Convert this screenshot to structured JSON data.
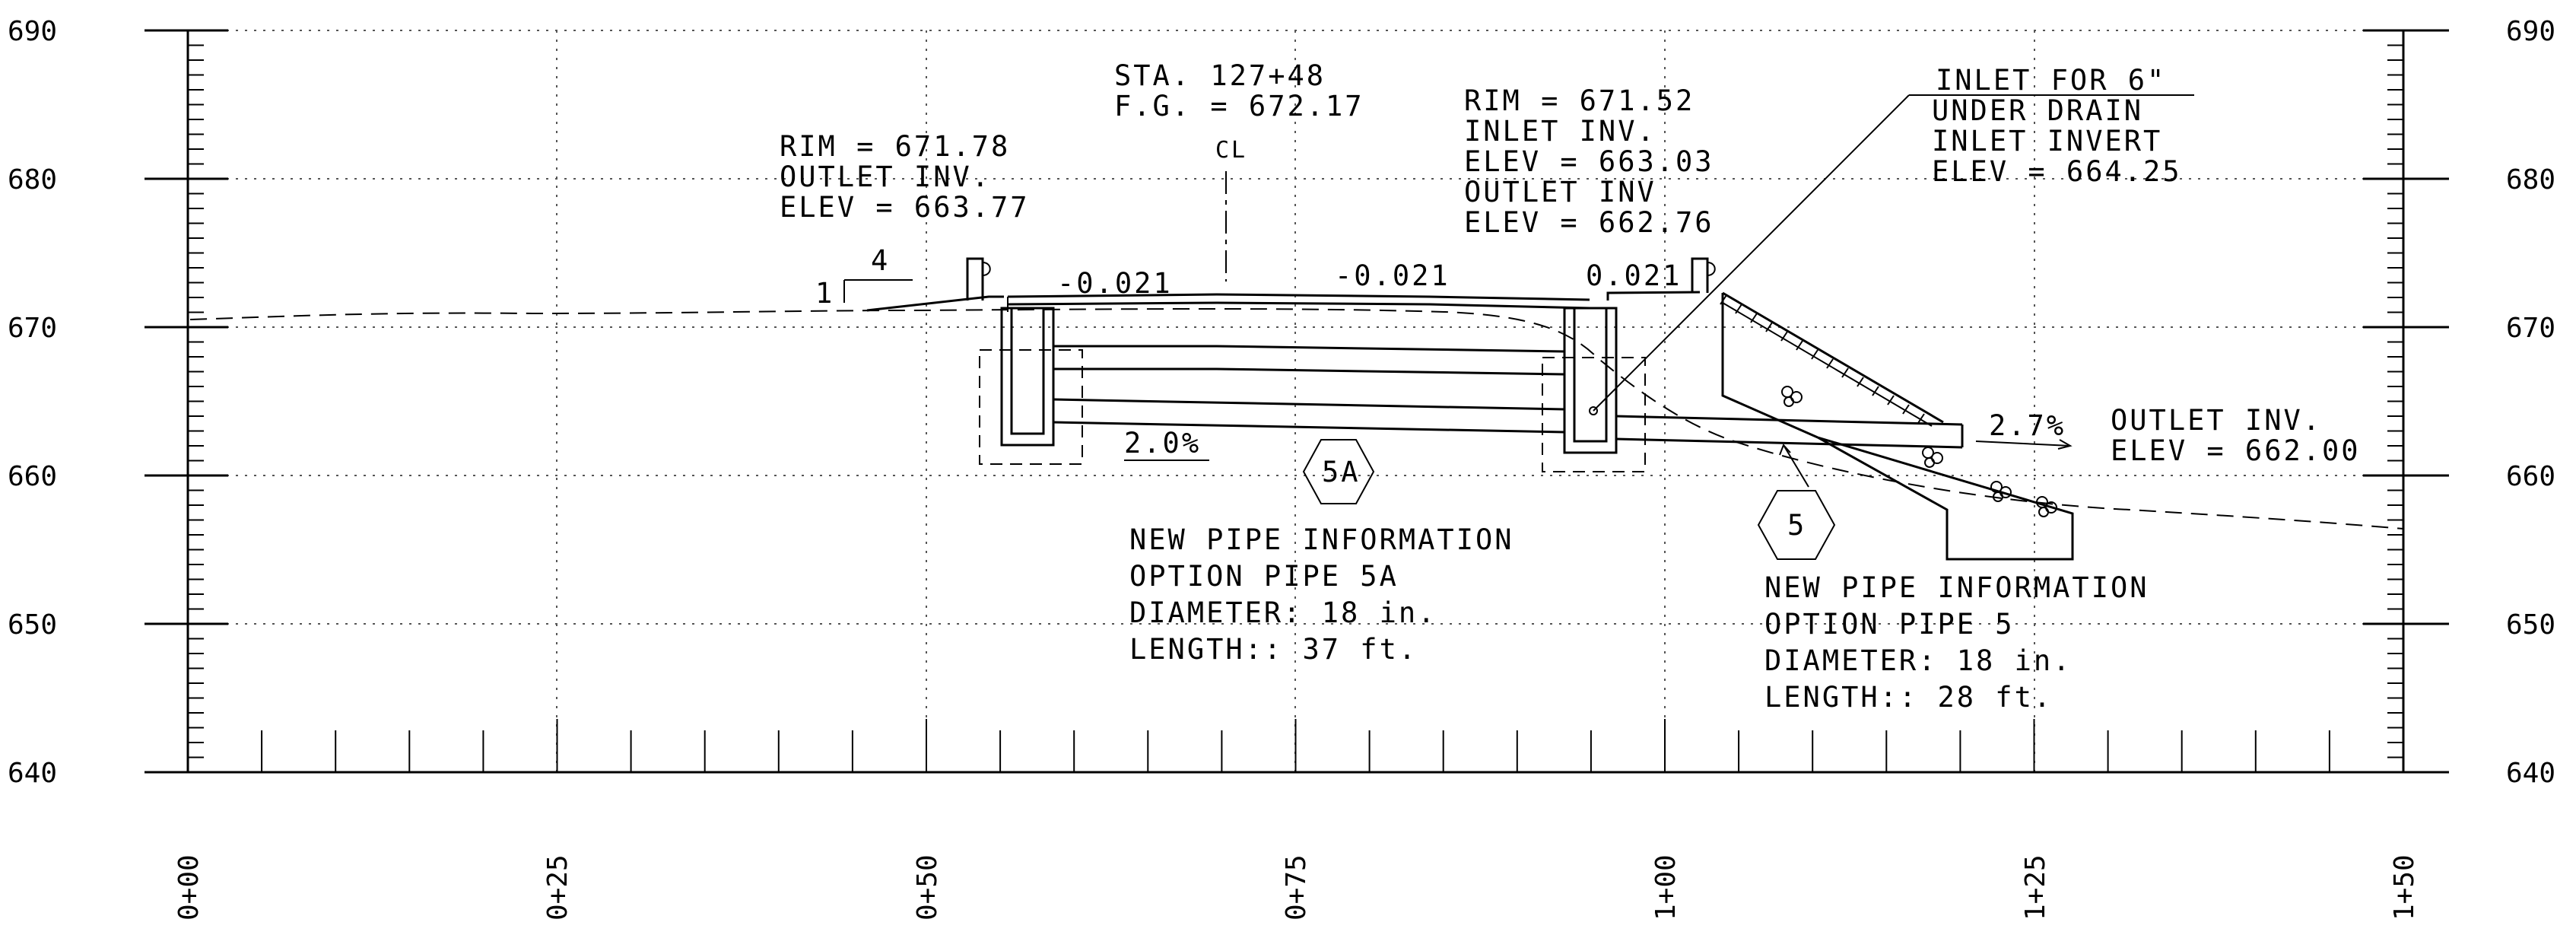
{
  "axes": {
    "y_ticks": [
      "690",
      "680",
      "670",
      "660",
      "650",
      "640"
    ],
    "x_ticks": [
      "0+00",
      "0+25",
      "0+50",
      "0+75",
      "1+00",
      "1+25",
      "1+50"
    ],
    "y_range": [
      640,
      690
    ],
    "x_range": [
      0,
      150
    ]
  },
  "labels": {
    "sta_line1": "STA. 127+48",
    "sta_line2": "F.G. = 672.17",
    "centerline": "CL",
    "rim_left_1": "RIM = 671.78",
    "rim_left_2": "OUTLET INV.",
    "rim_left_3": "ELEV = 663.77",
    "rim_right_1": "RIM = 671.52",
    "rim_right_2": "INLET INV.",
    "rim_right_3": "ELEV = 663.03",
    "rim_right_4": "OUTLET INV",
    "rim_right_5": "ELEV = 662.76",
    "inlet_1": "INLET FOR 6\"",
    "inlet_2": "UNDER DRAIN",
    "inlet_3": "INLET INVERT",
    "inlet_4": "ELEV = 664.25",
    "slope_ratio_run": "4",
    "slope_ratio_rise": "1",
    "cross_slope_1": "-0.021",
    "cross_slope_2": "-0.021",
    "cross_slope_3": "0.021",
    "pipe_grade_5a": "2.0%",
    "pipe_grade_5": "2.7%",
    "outlet_1": "OUTLET INV.",
    "outlet_2": "ELEV = 662.00",
    "marker_5a": "5A",
    "marker_5": "5",
    "pipe5a_1": "NEW PIPE INFORMATION",
    "pipe5a_2": "OPTION PIPE 5A",
    "pipe5a_3": "DIAMETER: 18 in.",
    "pipe5a_4": "LENGTH:: 37 ft.",
    "pipe5_1": "NEW PIPE INFORMATION",
    "pipe5_2": "OPTION PIPE 5",
    "pipe5_3": "DIAMETER: 18 in.",
    "pipe5_4": "LENGTH:: 28 ft."
  }
}
